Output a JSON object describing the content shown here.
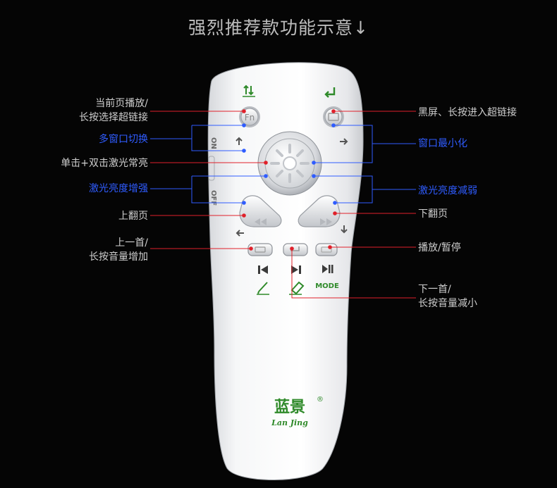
{
  "header": {
    "title": "强烈推荐款功能示意↓"
  },
  "labels": {
    "current_page_play": {
      "line1": "当前页播放/",
      "line2": "长按选择超链接"
    },
    "multi_window_switch": "多窗口切换",
    "click_double_laser": "单击+双击激光常亮",
    "laser_brightness_up": "激光亮度增强",
    "prev_page": "上翻页",
    "prev_track": {
      "line1": "上一首/",
      "line2": "长按音量增加"
    },
    "black_screen": "黑屏、长按进入超链接",
    "window_minimize": "窗口最小化",
    "laser_brightness_down": "激光亮度减弱",
    "next_page": "下翻页",
    "play_pause": "播放/暂停",
    "next_track": {
      "line1": "下一首/",
      "line2": "长按音量减小"
    }
  },
  "remote": {
    "brand_cn": "蓝景",
    "brand_mark": "®",
    "brand_en": "Lan Jing",
    "fn_key": "Fn",
    "switch_on": "ON",
    "switch_off": "OFF",
    "mode_label": "MODE"
  },
  "colors": {
    "red": "#e0202a",
    "blue": "#2f5cff",
    "green": "#2f8a2a",
    "bg": "#050505"
  }
}
